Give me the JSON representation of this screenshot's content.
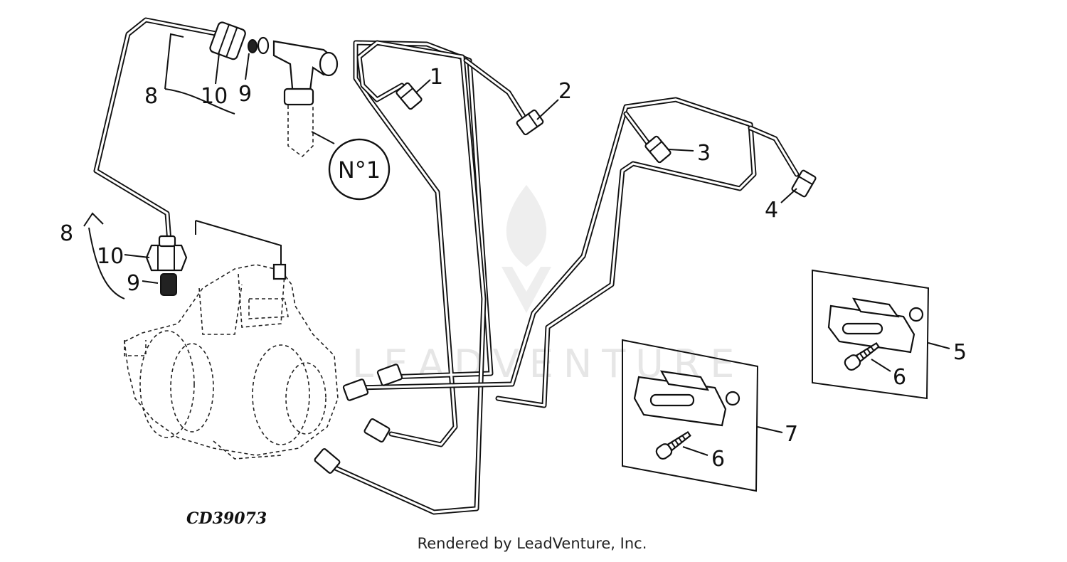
{
  "figure": {
    "code": "CD39073",
    "credit": "Rendered by LeadVenture, Inc.",
    "watermark": "LEADVENTURE",
    "cylinder_marker": "N°1"
  },
  "callouts": [
    {
      "id": "c1",
      "label": "1"
    },
    {
      "id": "c2",
      "label": "2"
    },
    {
      "id": "c3",
      "label": "3"
    },
    {
      "id": "c4",
      "label": "4"
    },
    {
      "id": "c5",
      "label": "5"
    },
    {
      "id": "c6a",
      "label": "6"
    },
    {
      "id": "c6b",
      "label": "6"
    },
    {
      "id": "c7",
      "label": "7"
    },
    {
      "id": "c8a",
      "label": "8"
    },
    {
      "id": "c8b",
      "label": "8"
    },
    {
      "id": "c9a",
      "label": "9"
    },
    {
      "id": "c9b",
      "label": "9"
    },
    {
      "id": "c10a",
      "label": "10"
    },
    {
      "id": "c10b",
      "label": "10"
    }
  ]
}
